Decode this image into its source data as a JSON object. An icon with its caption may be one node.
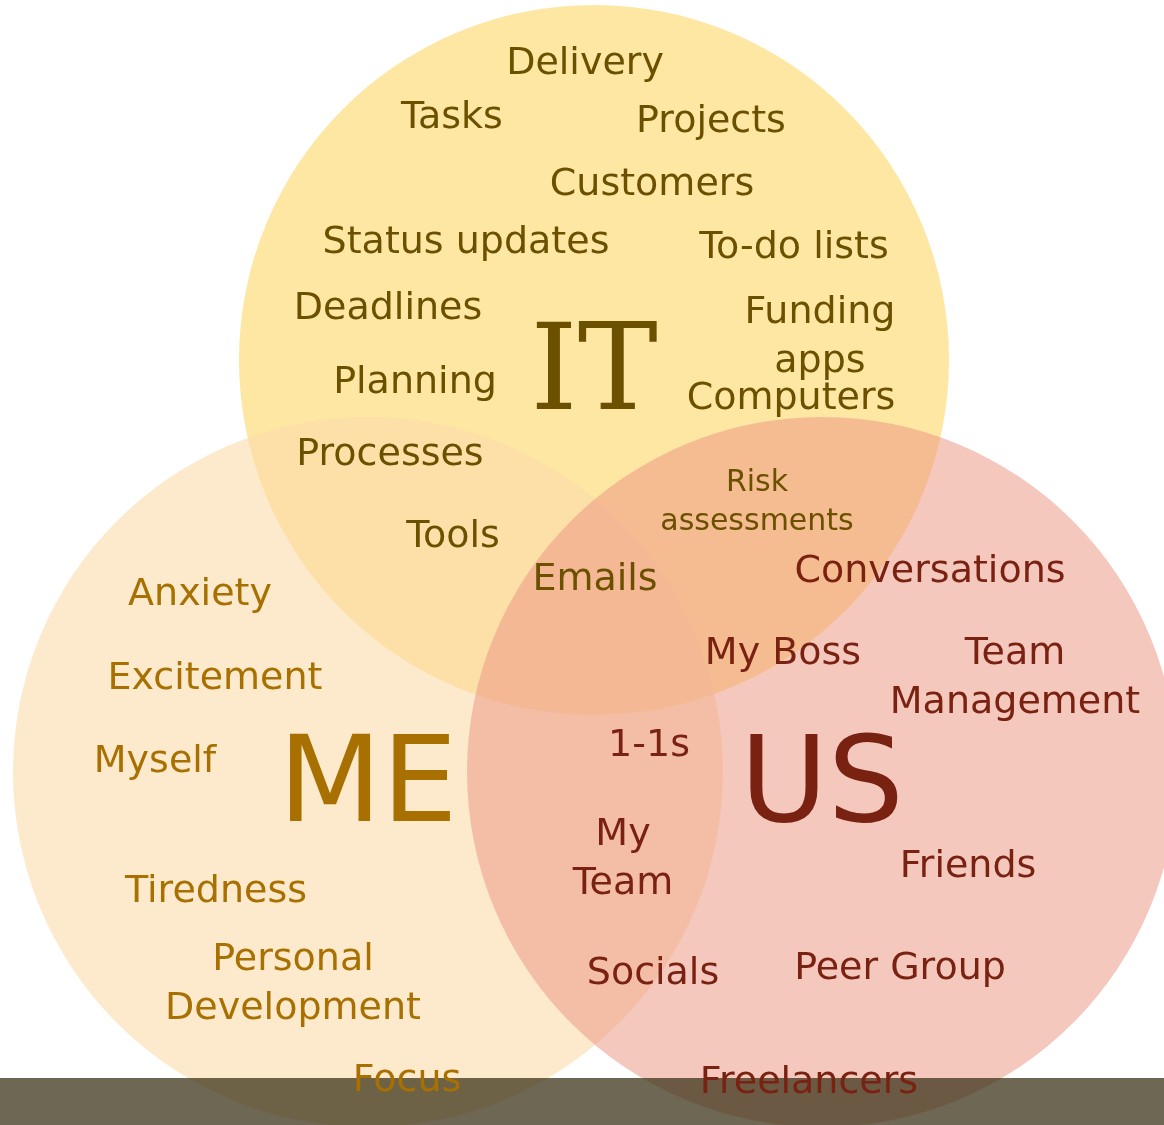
{
  "diagram": {
    "nodes": [
      {
        "text": [
          "IT"
        ]
      },
      {
        "text": [
          "ME"
        ]
      },
      {
        "text": [
          "US"
        ]
      }
    ],
    "labels": [
      "Delivery",
      "Tasks",
      "Projects",
      "Customers",
      "Status updates",
      "To-do lists",
      "Deadlines",
      "Funding apps",
      "Planning",
      "Computers",
      "Processes",
      "Risk assessments",
      "Tools",
      "Emails",
      "Conversations",
      "Anxiety",
      "My Boss",
      "Team Management",
      "Excitement",
      "1-1s",
      "Myself",
      "My Team",
      "Friends",
      "Tiredness",
      "Personal Development",
      "Socials",
      "Peer Group",
      "Focus",
      "Freelancers"
    ]
  }
}
